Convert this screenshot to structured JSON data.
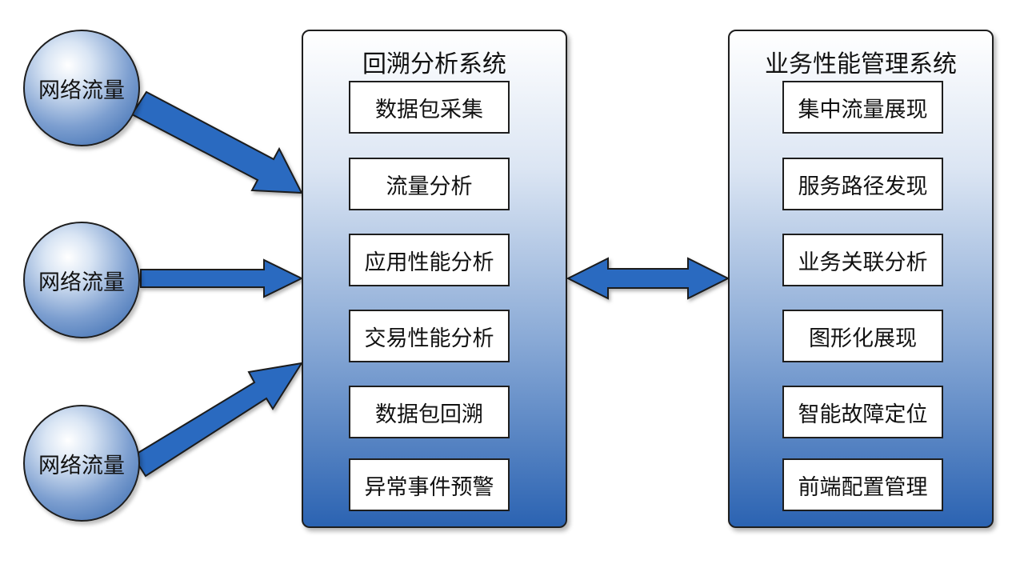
{
  "sources": [
    "网络流量",
    "网络流量",
    "网络流量"
  ],
  "left_panel": {
    "title": "回溯分析系统",
    "items": [
      "数据包采集",
      "流量分析",
      "应用性能分析",
      "交易性能分析",
      "数据包回溯",
      "异常事件预警"
    ]
  },
  "right_panel": {
    "title": "业务性能管理系统",
    "items": [
      "集中流量展现",
      "服务路径发现",
      "业务关联分析",
      "图形化展现",
      "智能故障定位",
      "前端配置管理"
    ]
  },
  "colors": {
    "arrow_fill": "#2a6bc0",
    "arrow_stroke": "#1a1a1a"
  }
}
